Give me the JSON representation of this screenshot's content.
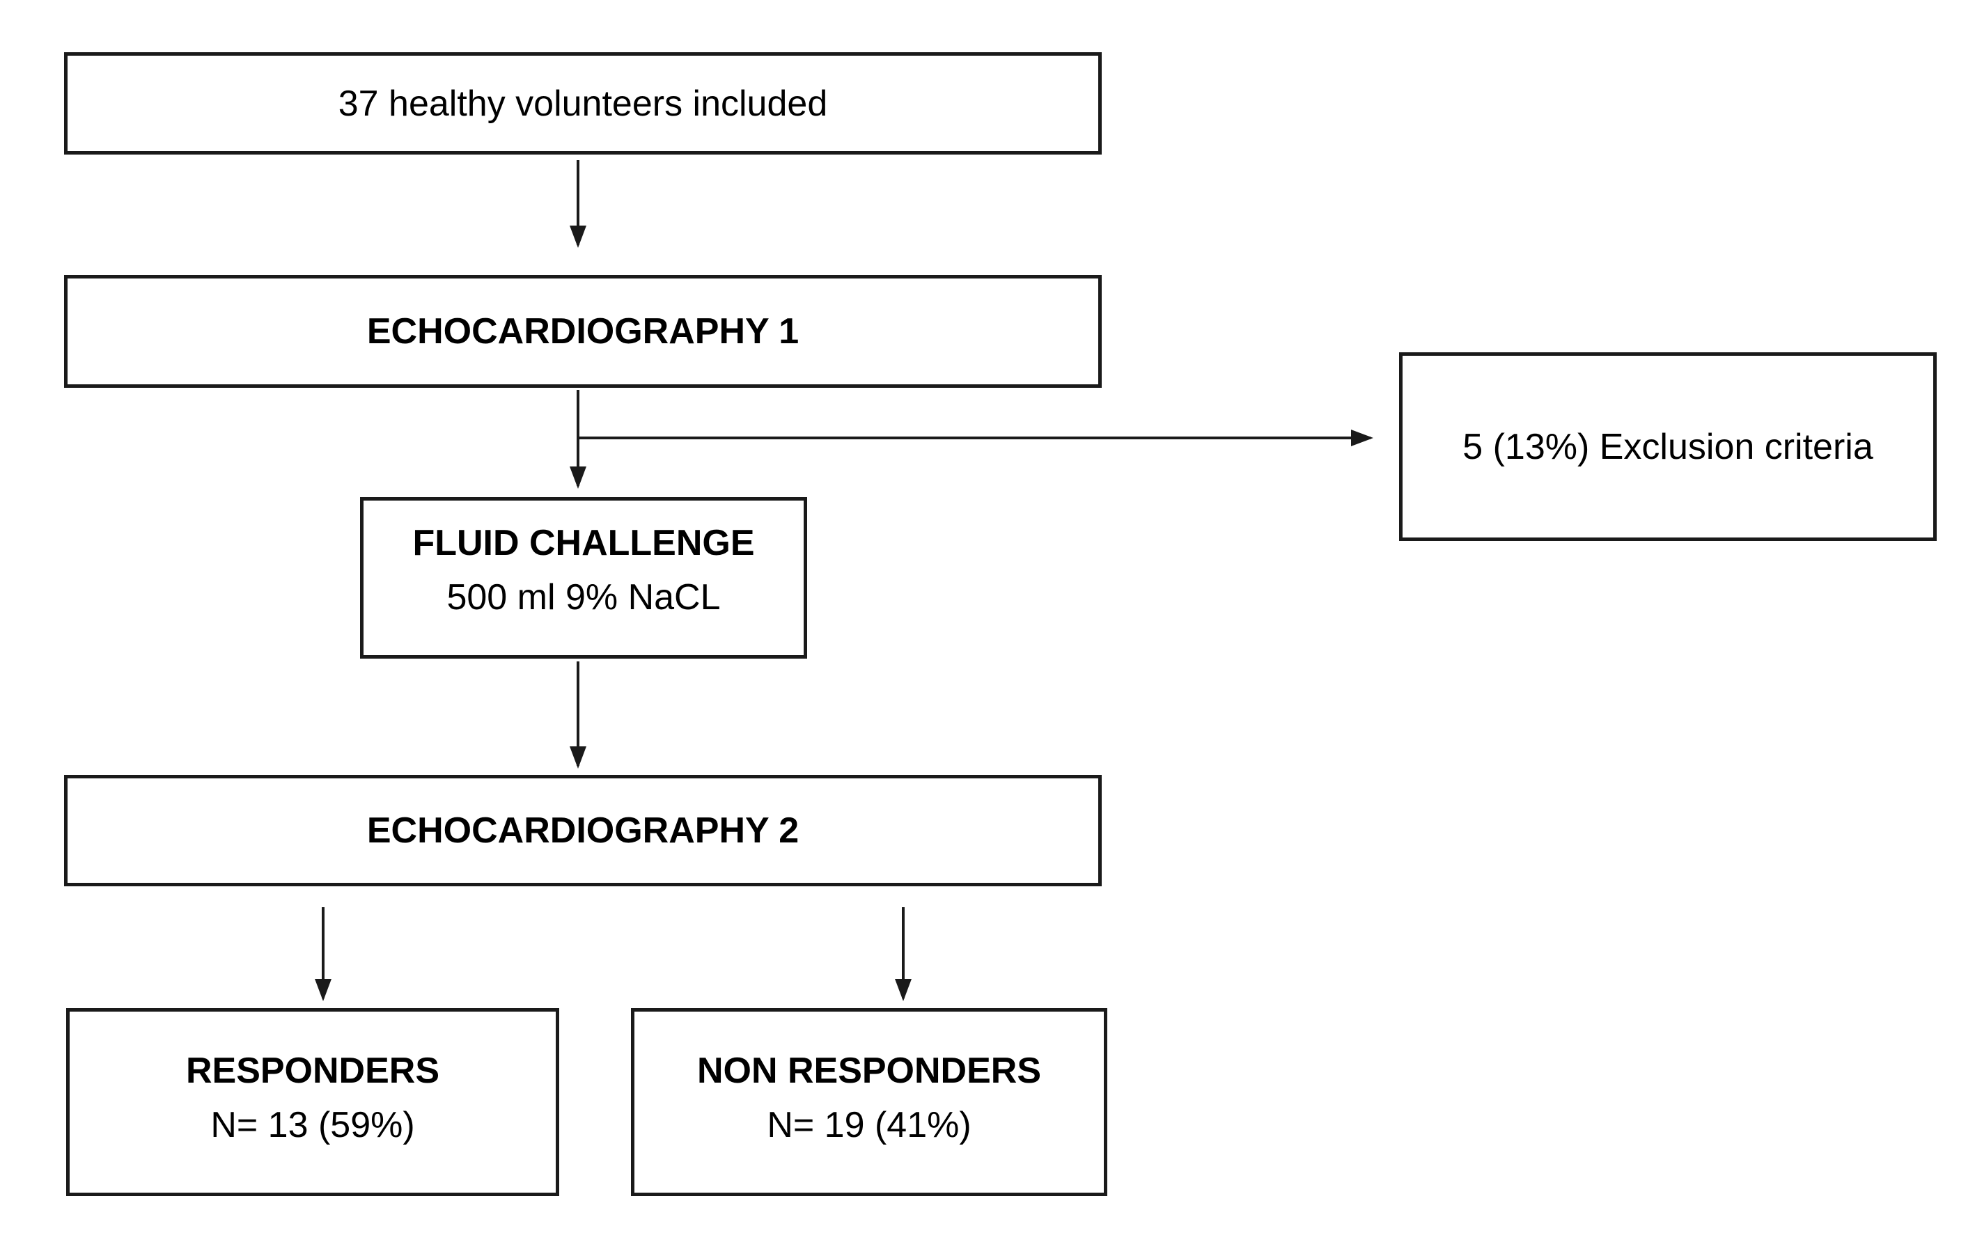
{
  "figure": {
    "type": "flowchart",
    "background_color": "#ffffff",
    "line_color": "#1a1a1a",
    "text_color": "#000000",
    "nodes": {
      "included": {
        "label": "37 healthy volunteers included"
      },
      "echo1": {
        "label": "ECHOCARDIOGRAPHY 1"
      },
      "exclusion": {
        "label": "5 (13%) Exclusion criteria"
      },
      "fluid_challenge": {
        "title": "FLUID CHALLENGE",
        "subtitle": "500 ml 9% NaCL"
      },
      "echo2": {
        "label": "ECHOCARDIOGRAPHY 2"
      },
      "responders": {
        "title": "RESPONDERS",
        "subtitle": "N= 13 (59%)"
      },
      "non_responders": {
        "title": "NON RESPONDERS",
        "subtitle": "N= 19 (41%)"
      }
    },
    "edges": [
      {
        "from": "included",
        "to": "echo1"
      },
      {
        "from": "echo1",
        "to": "fluid_challenge"
      },
      {
        "from": "echo1",
        "to": "exclusion"
      },
      {
        "from": "fluid_challenge",
        "to": "echo2"
      },
      {
        "from": "echo2",
        "to": "responders"
      },
      {
        "from": "echo2",
        "to": "non_responders"
      }
    ]
  }
}
